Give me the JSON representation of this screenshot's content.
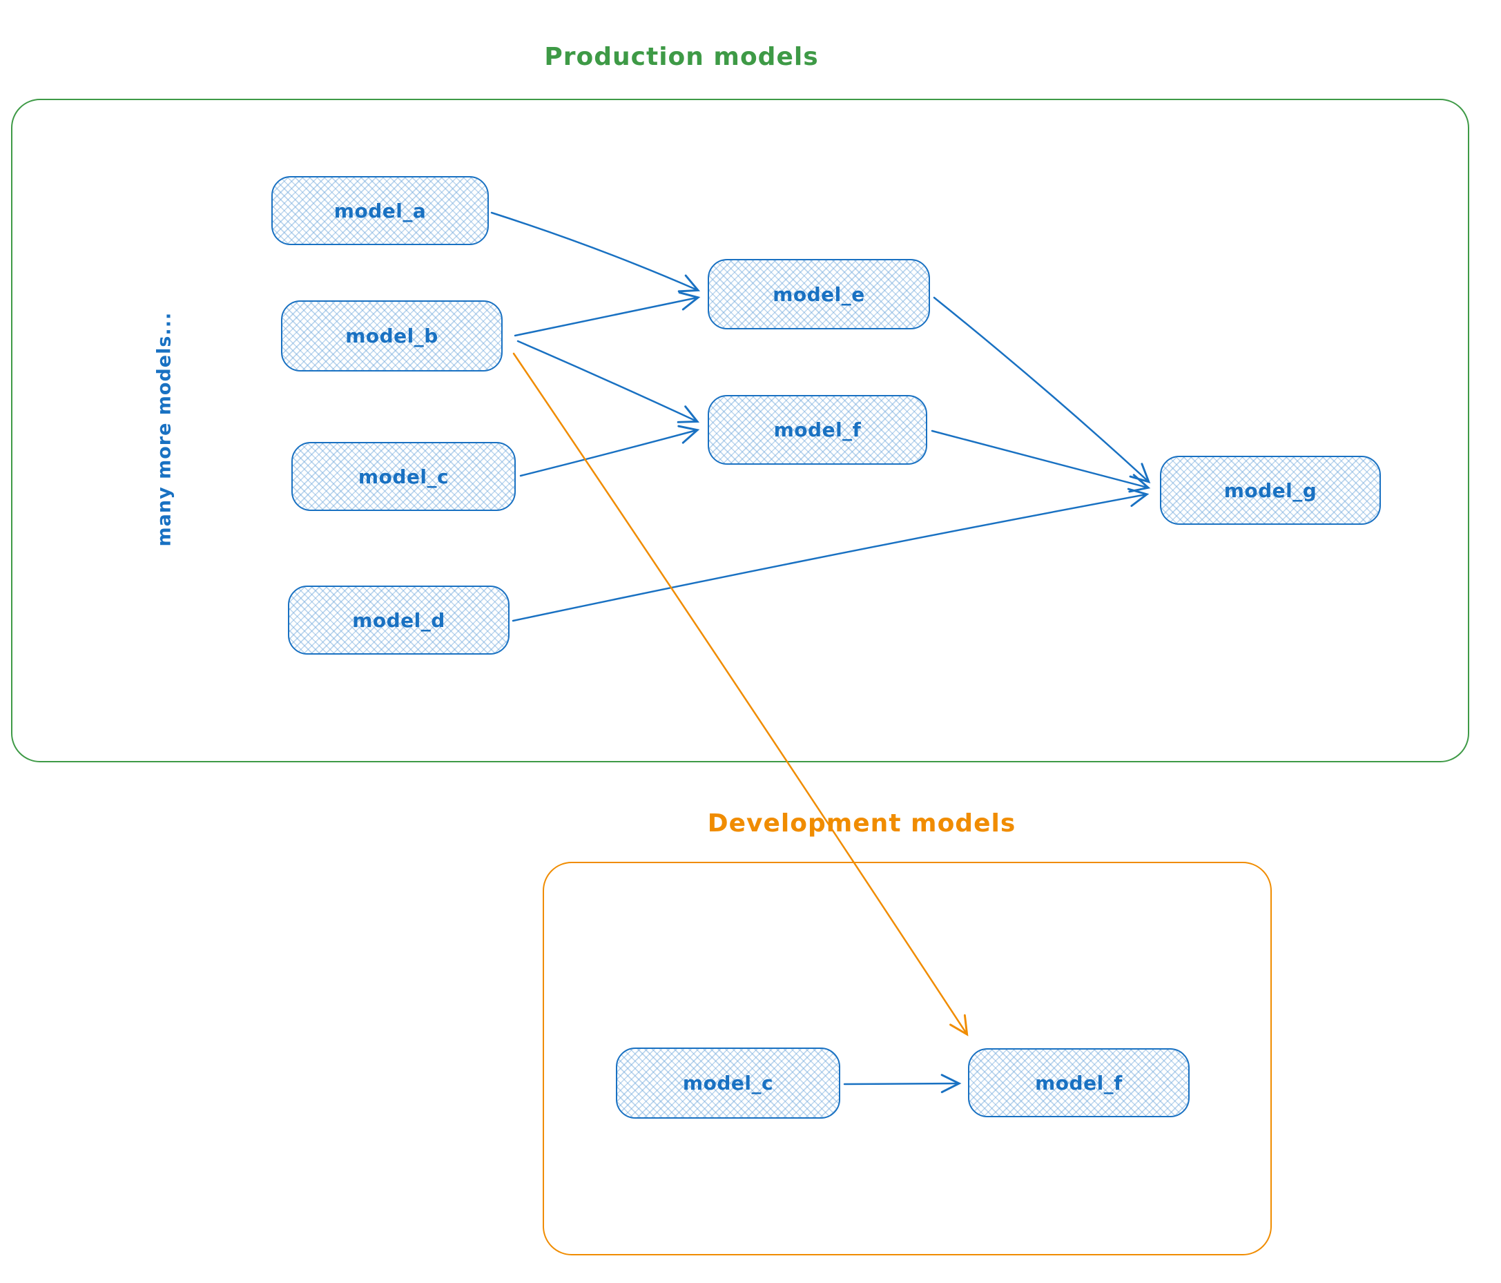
{
  "diagram": {
    "groups": [
      {
        "id": "production",
        "title": "Production models",
        "color": "#3e9a46"
      },
      {
        "id": "development",
        "title": "Development models",
        "color": "#f08c00"
      }
    ],
    "side_label": "many more models...",
    "nodes": [
      {
        "id": "prod-model_a",
        "label": "model_a",
        "group": "production"
      },
      {
        "id": "prod-model_b",
        "label": "model_b",
        "group": "production"
      },
      {
        "id": "prod-model_c",
        "label": "model_c",
        "group": "production"
      },
      {
        "id": "prod-model_d",
        "label": "model_d",
        "group": "production"
      },
      {
        "id": "prod-model_e",
        "label": "model_e",
        "group": "production"
      },
      {
        "id": "prod-model_f",
        "label": "model_f",
        "group": "production"
      },
      {
        "id": "prod-model_g",
        "label": "model_g",
        "group": "production"
      },
      {
        "id": "dev-model_c",
        "label": "model_c",
        "group": "development"
      },
      {
        "id": "dev-model_f",
        "label": "model_f",
        "group": "development"
      }
    ],
    "edges": [
      {
        "from": "prod-model_a",
        "to": "prod-model_e",
        "color": "#1971c2"
      },
      {
        "from": "prod-model_b",
        "to": "prod-model_e",
        "color": "#1971c2"
      },
      {
        "from": "prod-model_b",
        "to": "prod-model_f",
        "color": "#1971c2"
      },
      {
        "from": "prod-model_c",
        "to": "prod-model_f",
        "color": "#1971c2"
      },
      {
        "from": "prod-model_e",
        "to": "prod-model_g",
        "color": "#1971c2"
      },
      {
        "from": "prod-model_f",
        "to": "prod-model_g",
        "color": "#1971c2"
      },
      {
        "from": "prod-model_d",
        "to": "prod-model_g",
        "color": "#1971c2"
      },
      {
        "from": "prod-model_b",
        "to": "dev-model_f",
        "color": "#f08c00"
      },
      {
        "from": "dev-model_c",
        "to": "dev-model_f",
        "color": "#1971c2"
      }
    ],
    "colors": {
      "node_stroke": "#1971c2",
      "node_fill_hatch": "#a5d8ff",
      "production_accent": "#3e9a46",
      "development_accent": "#f08c00"
    }
  }
}
